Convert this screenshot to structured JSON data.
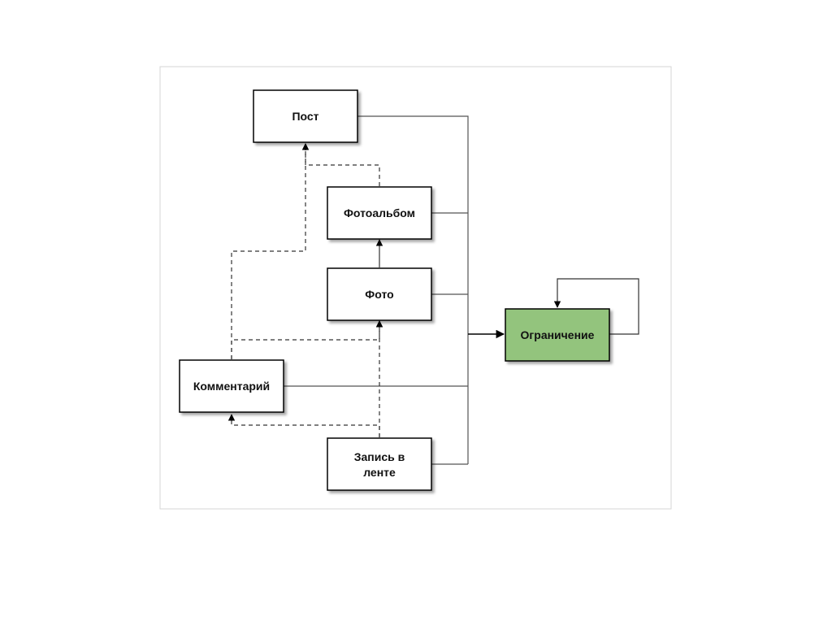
{
  "nodes": {
    "post": "Пост",
    "album": "Фотоальбом",
    "photo": "Фото",
    "comment": "Комментарий",
    "feed_line1": "Запись в",
    "feed_line2": "ленте",
    "restriction": "Ограничение"
  },
  "colors": {
    "restriction_fill": "#93c47d",
    "node_fill": "#ffffff",
    "node_border": "#000000"
  }
}
